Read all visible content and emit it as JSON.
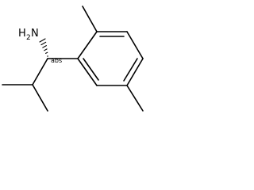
{
  "molecule": {
    "amine_label": {
      "element": "H",
      "subscript": "2",
      "atom": "N"
    },
    "stereo_label": "abs"
  }
}
